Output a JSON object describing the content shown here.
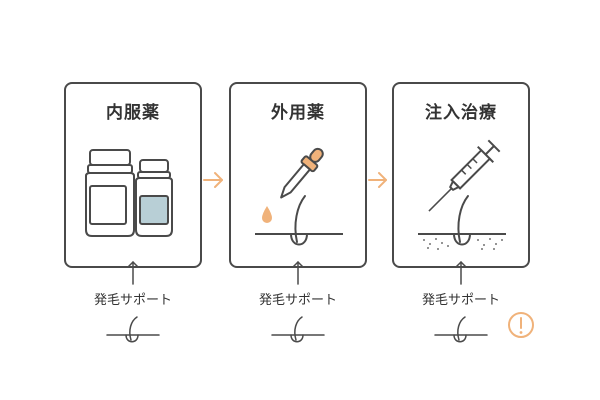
{
  "colors": {
    "stroke": "#4a4a4a",
    "accent": "#f0b27a",
    "vial_fill": "#b8cfd6",
    "warning": "#f0b27a"
  },
  "steps": [
    {
      "title": "内服薬",
      "support_label": "発毛サポート",
      "icon": "pill-bottles-icon"
    },
    {
      "title": "外用薬",
      "support_label": "発毛サポート",
      "icon": "dropper-icon"
    },
    {
      "title": "注入治療",
      "support_label": "発毛サポート",
      "icon": "syringe-icon"
    }
  ],
  "icons": {
    "flow_arrow": "flow-arrow-icon",
    "support_arrow": "up-arrow-icon",
    "hair": "hair-follicle-icon",
    "warning": "warning-icon"
  }
}
